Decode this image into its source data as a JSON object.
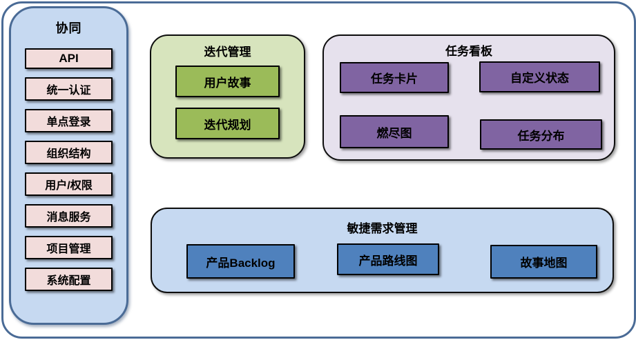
{
  "colors": {
    "frame_border": "#4a6b96",
    "sidebar_fill": "#c6d9f1",
    "sidebar_item_fill": "#f2dcdb",
    "iteration_group_fill": "#d7e4bd",
    "iteration_item_fill": "#9bbb59",
    "kanban_group_fill": "#e6e1ed",
    "kanban_item_fill": "#8064a2",
    "agile_group_fill": "#c6d9f1",
    "agile_item_fill": "#4f81bd",
    "node_border": "#000000",
    "text": "#000000"
  },
  "sidebar": {
    "title": "协同",
    "items": [
      "API",
      "统一认证",
      "单点登录",
      "组织结构",
      "用户/权限",
      "消息服务",
      "项目管理",
      "系统配置"
    ]
  },
  "iteration": {
    "title": "迭代管理",
    "items": [
      "用户故事",
      "迭代规划"
    ]
  },
  "kanban": {
    "title": "任务看板",
    "items": [
      "任务卡片",
      "自定义状态",
      "燃尽图",
      "任务分布"
    ]
  },
  "agile": {
    "title": "敏捷需求管理",
    "items": [
      "产品Backlog",
      "产品路线图",
      "故事地图"
    ]
  }
}
